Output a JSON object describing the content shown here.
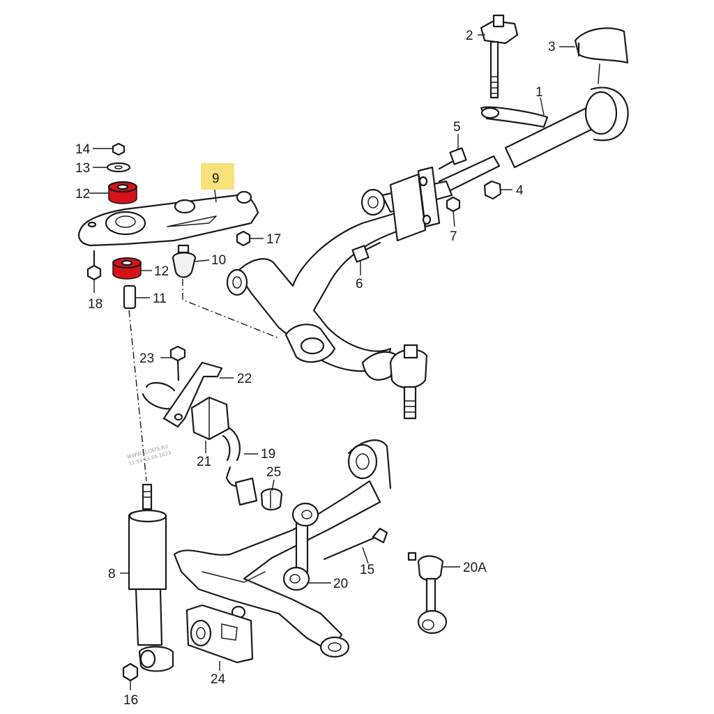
{
  "colors": {
    "highlight_bg": "#f7e27a",
    "bushing_red": "#d6111a",
    "line": "#1a1a1a"
  },
  "watermark": {
    "line1": "WWW.ELCATS.RU",
    "line2": "11:54 13.05.2023"
  },
  "callouts": {
    "p1": "1",
    "p2": "2",
    "p3": "3",
    "p4": "4",
    "p5": "5",
    "p6": "6",
    "p7": "7",
    "p8": "8",
    "p9": "9",
    "p10": "10",
    "p11": "11",
    "p12a": "12",
    "p12b": "12",
    "p13": "13",
    "p14": "14",
    "p15": "15",
    "p16": "16",
    "p17": "17",
    "p18": "18",
    "p19": "19",
    "p20": "20",
    "p20a": "20A",
    "p21": "21",
    "p22": "22",
    "p23": "23",
    "p24": "24",
    "p25": "25"
  }
}
